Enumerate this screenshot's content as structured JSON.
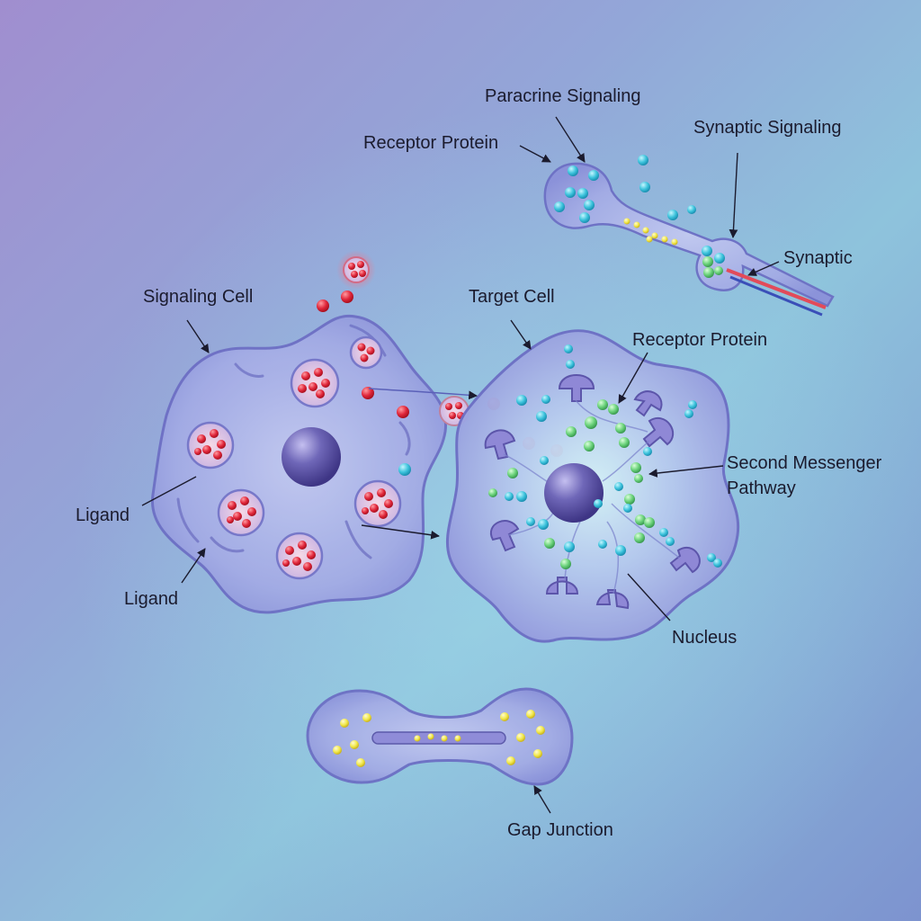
{
  "labels": {
    "paracrine_signaling": "Paracrine Signaling",
    "receptor_protein_top": "Receptor Protein",
    "synaptic_signaling": "Synaptic Signaling",
    "synaptic": "Synaptic",
    "signaling_cell": "Signaling Cell",
    "target_cell": "Target Cell",
    "receptor_protein": "Receptor Protein",
    "second_messenger_line1": "Second Messenger",
    "second_messenger_line2": "Pathway",
    "ligand_upper": "Ligand",
    "ligand_lower": "Ligand",
    "nucleus": "Nucleus",
    "gap_junction": "Gap Junction"
  },
  "colors": {
    "cell_fill": "#a6aee6",
    "cell_stroke": "#6d6fc4",
    "nucleus": "#5e56a6",
    "ligand_red": "#e02a3b",
    "molecule_cyan": "#3fc4dc",
    "molecule_green": "#6ad27a",
    "ion_yellow": "#f3ec4a",
    "receptor": "#8d86d2"
  }
}
